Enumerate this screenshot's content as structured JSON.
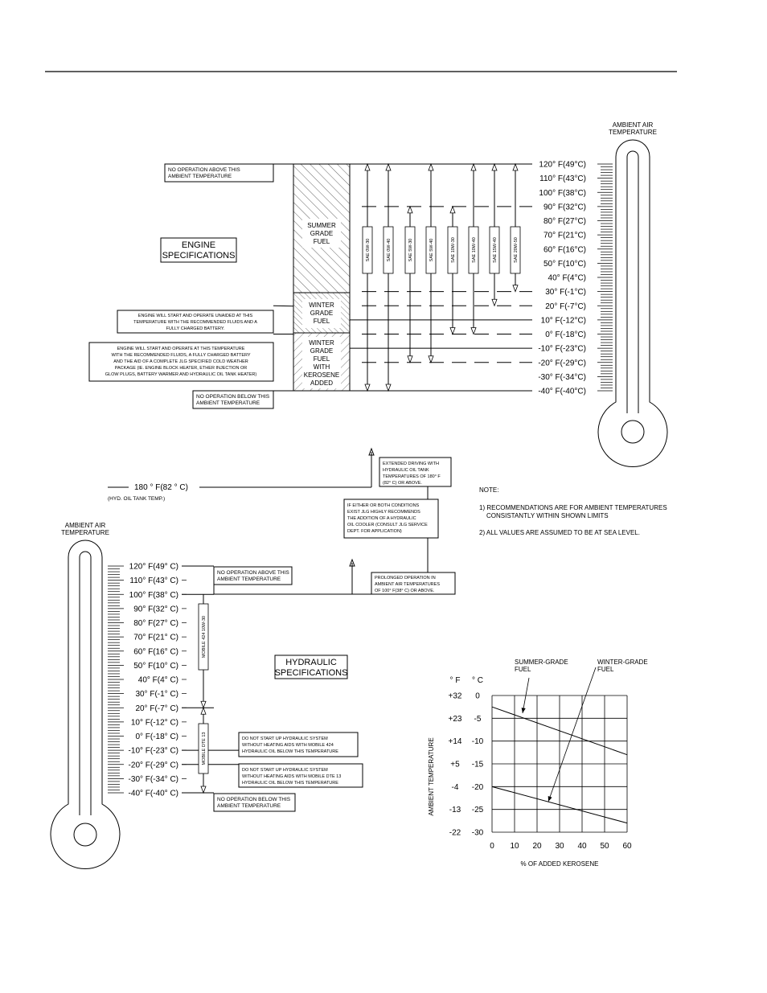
{
  "engine": {
    "title": [
      "ENGINE",
      "SPECIFICATIONS"
    ],
    "thermometer_caption": [
      "AMBIENT AIR",
      "TEMPERATURE"
    ],
    "temps": [
      "120° F(49°C)",
      "110° F(43°C)",
      "100° F(38°C)",
      "90° F(32°C)",
      "80° F(27°C)",
      "70° F(21°C)",
      "60° F(16°C)",
      "50° F(10°C)",
      "40° F(4°C)",
      "30° F(-1°C)",
      "20° F(-7°C)",
      "10° F(-12°C)",
      "0° F(-18°C)",
      "-10° F(-23°C)",
      "-20° F(-29°C)",
      "-30° F(-34°C)",
      "-40° F(-40°C)"
    ],
    "notes": {
      "no_op_above": [
        "NO OPERATION ABOVE THIS",
        "AMBIENT TEMPERATURE"
      ],
      "start_unaided": [
        "ENGINE WILL START AND OPERATE UNAIDED AT THIS",
        "TEMPERATURE WITH THE RECOMMENDED FLUIDS AND A",
        "FULLY CHARGED BATTERY."
      ],
      "start_aided": [
        "ENGINE WILL START AND OPERATE AT THIS TEMPERATURE",
        "WITH THE RECOMMENDED FLUIDS, A FULLY CHARGED BATTERY",
        "AND THE AID OF A COMPLETE JLG SPECIFIED COLD WEATHER",
        "PACKAGE (IE. ENGINE BLOCK HEATER, ETHER INJECTION OR",
        "GLOW PLUGS, BATTERY WARMER AND HYDRAULIC OIL TANK HEATER)"
      ],
      "no_op_below": [
        "NO OPERATION BELOW THIS",
        "AMBIENT TEMPERATURE"
      ]
    },
    "fuel": {
      "summer": [
        "SUMMER",
        "GRADE",
        "FUEL"
      ],
      "winter": [
        "WINTER",
        "GRADE",
        "FUEL"
      ],
      "kerosene": [
        "WINTER",
        "GRADE",
        "FUEL",
        "WITH",
        "KEROSENE",
        "ADDED"
      ]
    },
    "oils": [
      {
        "name": "SAE 0W-30",
        "top": 120,
        "bottom": -40
      },
      {
        "name": "SAE 0W-40",
        "top": 120,
        "bottom": -40
      },
      {
        "name": "SAE 5W-30",
        "top": 90,
        "bottom": -20
      },
      {
        "name": "SAE 5W-40",
        "top": 120,
        "bottom": -20
      },
      {
        "name": "SAE 10W-30",
        "top": 90,
        "bottom": 0
      },
      {
        "name": "SAE 10W-40",
        "top": 120,
        "bottom": 0
      },
      {
        "name": "SAE 15W-40",
        "top": 120,
        "bottom": 20
      },
      {
        "name": "SAE 20W-50",
        "top": 120,
        "bottom": 30
      }
    ]
  },
  "hydraulic": {
    "title": [
      "HYDRAULIC",
      "SPECIFICATIONS"
    ],
    "thermometer_caption": [
      "AMBIENT AIR",
      "TEMPERATURE"
    ],
    "temps": [
      "120° F(49° C)",
      "110° F(43° C)",
      "100° F(38° C)",
      "90° F(32° C)",
      "80° F(27° C)",
      "70° F(21° C)",
      "60° F(16° C)",
      "50° F(10° C)",
      "40° F(4° C)",
      "30° F(-1° C)",
      "20° F(-7° C)",
      "10° F(-12° C)",
      "0° F(-18° C)",
      "-10° F(-23° C)",
      "-20° F(-29° C)",
      "-30° F(-34° C)",
      "-40° F(-40° C)"
    ],
    "tank_temp": [
      "180   ° F(82   ° C)",
      "(HYD. OIL TANK TEMP.)"
    ],
    "oils": [
      {
        "name": "MOBILE 424 10W-30",
        "top": 100,
        "bottom": 20
      },
      {
        "name": "MOBILE DTE 13",
        "top": 20,
        "bottom": -40
      }
    ],
    "notes": {
      "no_op_above": [
        "NO OPERATION ABOVE THIS",
        "AMBIENT TEMPERATURE"
      ],
      "extended": [
        "EXTENDED DRIVING WITH",
        "HYDRAULIC OIL TANK",
        "TEMPERATURES OF 180° F",
        "(82° C) OR ABOVE."
      ],
      "either": [
        "IF EITHER OR BOTH CONDITIONS",
        "EXIST JLG HIGHLY RECOMMENDS",
        "THE ADDITION OF A HYDRAULIC",
        "OIL COOLER (CONSULT JLG SERVICE",
        "DEPT. FOR APPLICATION)"
      ],
      "prolonged": [
        "PROLONGED OPERATION IN",
        "AMBIENT AIR TEMPERATURES",
        "OF 100° F(38° C) OR ABOVE."
      ],
      "dont_424": [
        "DO NOT START UP HYDRAULIC SYSTEM",
        "WITHOUT HEATING AIDS WITH MOBILE 424",
        "HYDRAULIC OIL BELOW THIS TEMPERATURE"
      ],
      "dont_dte": [
        "DO NOT START UP HYDRAULIC SYSTEM",
        "WITHOUT HEATING AIDS WITH MOBILE DTE 13",
        "HYDRAULIC OIL BELOW THIS TEMPERATURE"
      ],
      "no_op_below": [
        "NO OPERATION BELOW THIS",
        "AMBIENT TEMPERATURE"
      ]
    }
  },
  "note": {
    "title": "NOTE:",
    "items": [
      "1) RECOMMENDATIONS ARE FOR AMBIENT TEMPERATURES",
      "CONSISTANTLY WITHIN SHOWN LIMITS",
      "2) ALL VALUES ARE ASSUMED TO BE AT SEA LEVEL."
    ]
  },
  "chart_data": {
    "type": "line",
    "xlabel": "% OF ADDED KEROSENE",
    "ylabel": "AMBIENT TEMPERATURE",
    "x_ticks": [
      "0",
      "10",
      "20",
      "30",
      "40",
      "50",
      "60"
    ],
    "y_ticks_f": [
      "+32",
      "+23",
      "+14",
      "+5",
      "-4",
      "-13",
      "-22"
    ],
    "y_ticks_c": [
      "0",
      "-5",
      "-10",
      "-15",
      "-20",
      "-25",
      "-30"
    ],
    "unit_f": "° F",
    "unit_c": "° C",
    "xlim": [
      0,
      60
    ],
    "ylim": [
      -30,
      0
    ],
    "grid": true,
    "series": [
      {
        "name": "SUMMER-GRADE FUEL",
        "x": [
          0,
          60
        ],
        "y": [
          -2.5,
          -13
        ]
      },
      {
        "name": "WINTER-GRADE FUEL",
        "x": [
          0,
          60
        ],
        "y": [
          -20,
          -28
        ]
      }
    ],
    "series_labels": [
      [
        "SUMMER-GRADE",
        "FUEL"
      ],
      [
        "WINTER-GRADE",
        "FUEL"
      ]
    ]
  }
}
